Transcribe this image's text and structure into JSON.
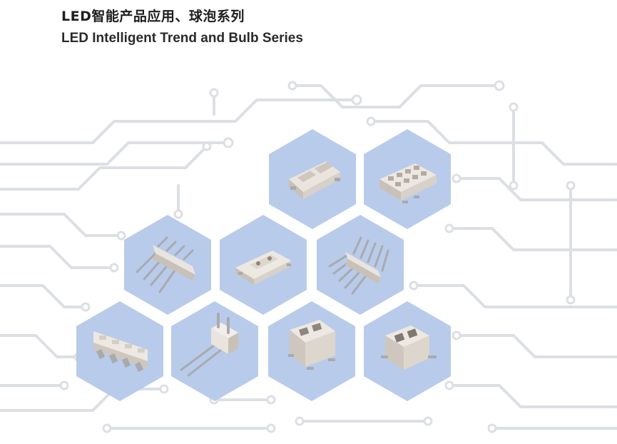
{
  "header": {
    "title_cn": "LED智能产品应用、球泡系列",
    "title_en": "LED Intelligent Trend and Bulb Series"
  },
  "colors": {
    "hex_fill": "#b8cbea",
    "circuit_line": "#dcdfe3",
    "part_body": "#e9e4de",
    "part_shadow": "#c9c1b8",
    "pin_metal": "#a9aaae"
  },
  "products": [
    {
      "id": "smd-2pin-latch-connector"
    },
    {
      "id": "smd-8pin-dual-row-socket"
    },
    {
      "id": "4pin-straight-header"
    },
    {
      "id": "smd-2hole-led-connector"
    },
    {
      "id": "5pin-right-angle-header"
    },
    {
      "id": "4pin-smd-wire-terminal"
    },
    {
      "id": "2pin-vertical-header"
    },
    {
      "id": "2pin-smd-clip-connector"
    },
    {
      "id": "2pin-smd-box-connector"
    }
  ]
}
